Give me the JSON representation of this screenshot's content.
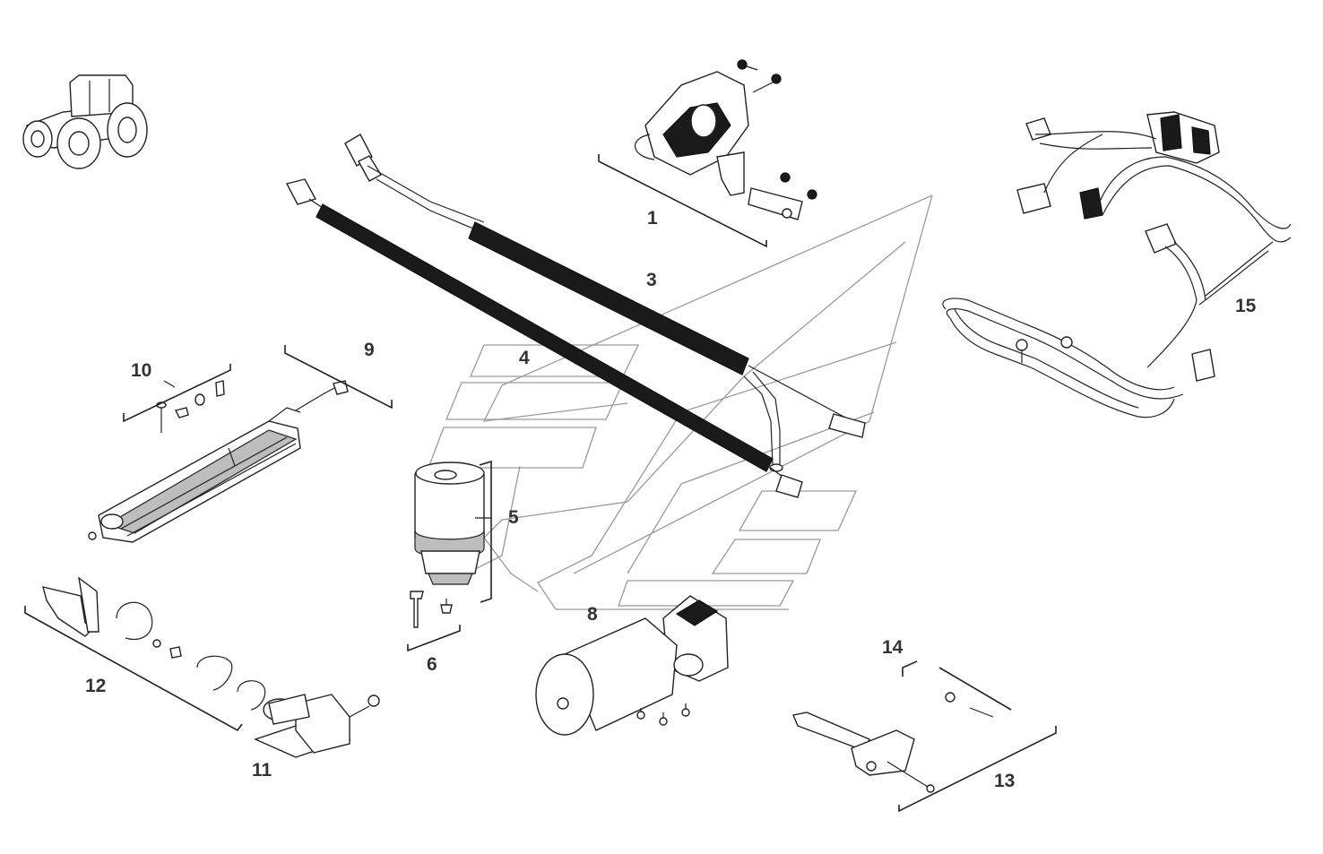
{
  "diagram": {
    "callouts": [
      "1",
      "3",
      "4",
      "5",
      "6",
      "8",
      "9",
      "10",
      "11",
      "12",
      "13",
      "14",
      "15"
    ]
  },
  "icons": {
    "tractor": "tractor-icon",
    "watermark": "watermark-logo"
  },
  "colors": {
    "background": "#ffffff",
    "line": "#222222",
    "watermark": "#9a9a9a",
    "label": "#333333"
  }
}
